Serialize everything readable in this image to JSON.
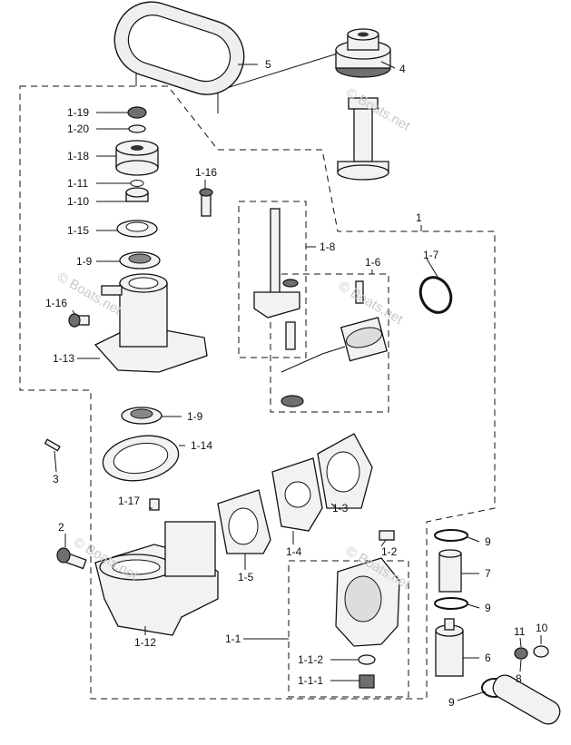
{
  "watermark": "© Boats.net",
  "labels": [
    {
      "text": "5"
    },
    {
      "text": "4"
    },
    {
      "text": "1-19"
    },
    {
      "text": "1-20"
    },
    {
      "text": "1-18"
    },
    {
      "text": "1-11"
    },
    {
      "text": "1-10"
    },
    {
      "text": "1-16"
    },
    {
      "text": "1-15"
    },
    {
      "text": "1-9"
    },
    {
      "text": "1-8"
    },
    {
      "text": "1-6"
    },
    {
      "text": "1-7"
    },
    {
      "text": "1"
    },
    {
      "text": "1-16"
    },
    {
      "text": "1-13"
    },
    {
      "text": "1-9"
    },
    {
      "text": "1-14"
    },
    {
      "text": "3"
    },
    {
      "text": "1-17"
    },
    {
      "text": "1-3"
    },
    {
      "text": "2"
    },
    {
      "text": "1-4"
    },
    {
      "text": "1-2"
    },
    {
      "text": "9"
    },
    {
      "text": "7"
    },
    {
      "text": "1-5"
    },
    {
      "text": "9"
    },
    {
      "text": "1-12"
    },
    {
      "text": "11"
    },
    {
      "text": "10"
    },
    {
      "text": "1-1"
    },
    {
      "text": "6"
    },
    {
      "text": "1-1-2"
    },
    {
      "text": "8"
    },
    {
      "text": "1-1-1"
    },
    {
      "text": "9"
    }
  ]
}
